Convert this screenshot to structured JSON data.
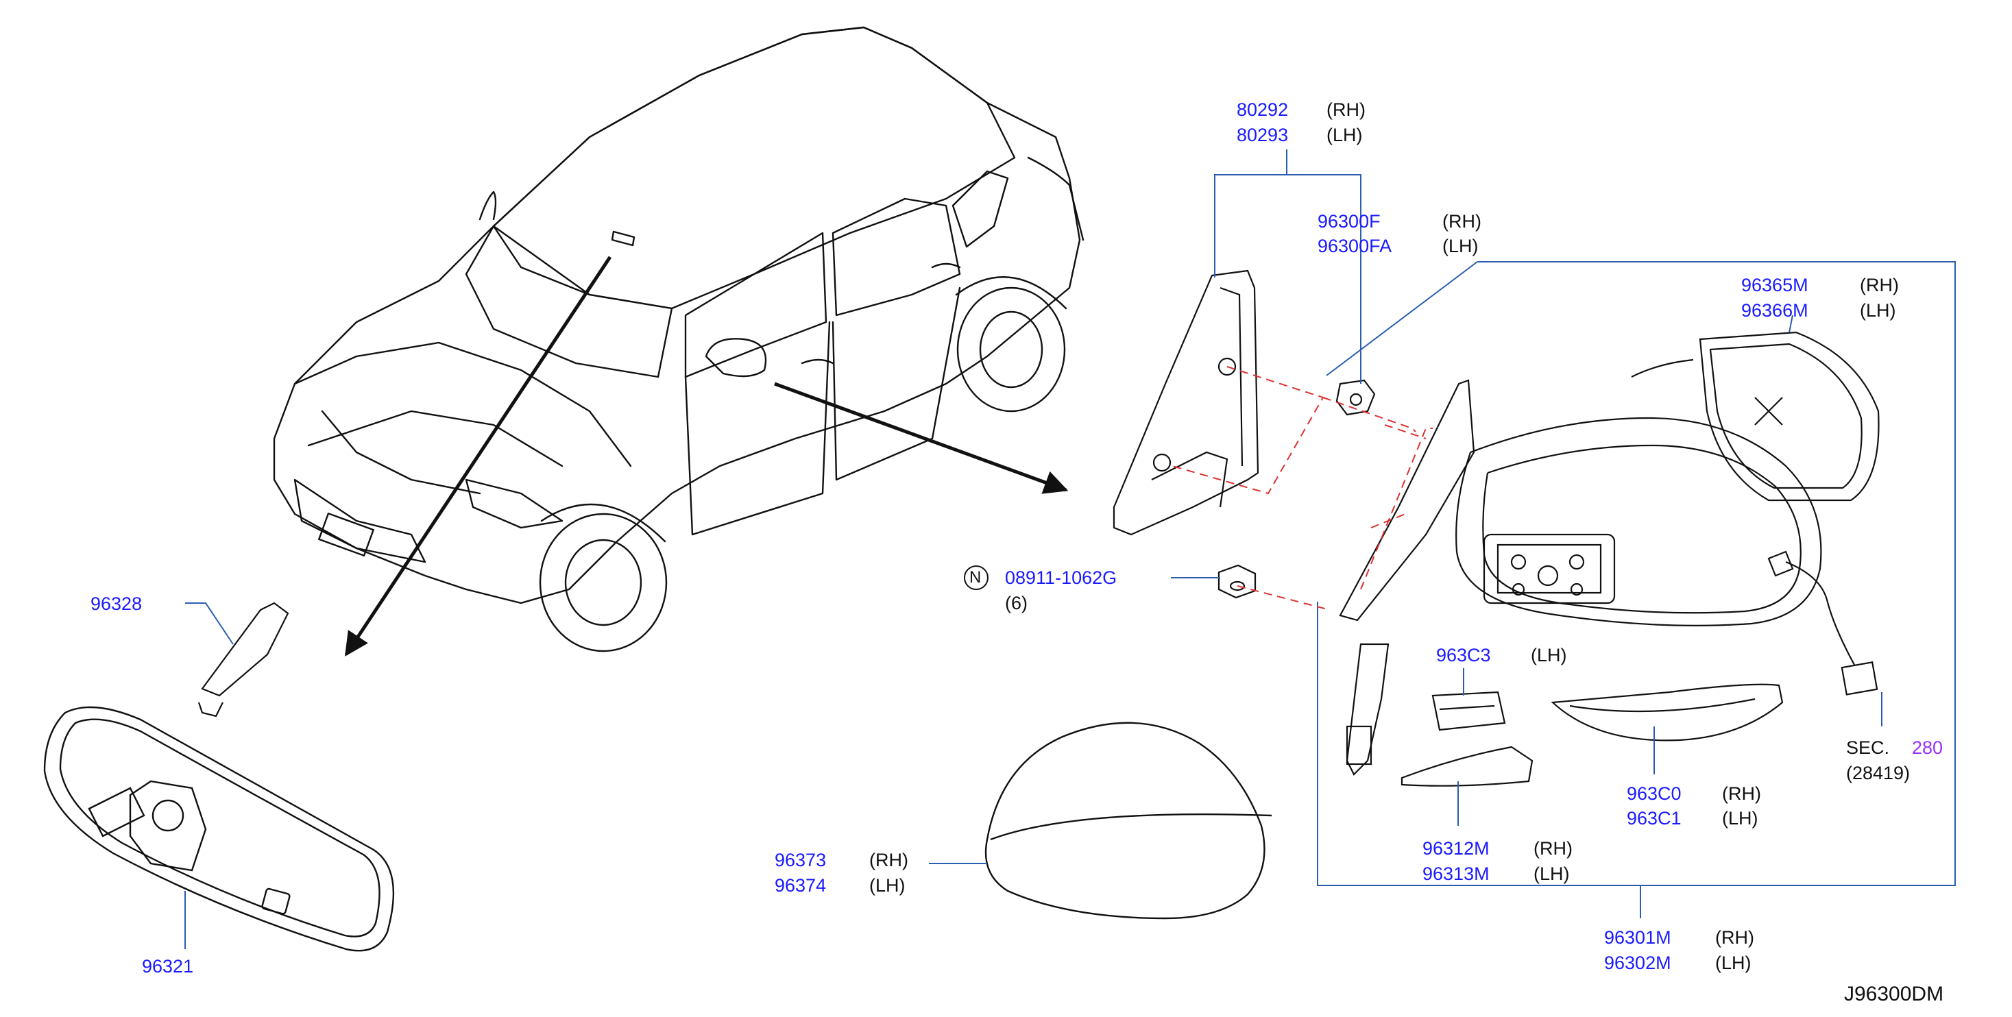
{
  "diagram_code": "J96300DM",
  "colors": {
    "part_number": "#1a1aff",
    "section_ref": "#9b30ff",
    "outline": "#111111",
    "leader": "#2a5db0",
    "dashed_leader": "#e03030"
  },
  "labels": {
    "p80292": "80292",
    "p80292_side": "(RH)",
    "p80293": "80293",
    "p80293_side": "(LH)",
    "p96300F": "96300F",
    "p96300F_side": "(RH)",
    "p96300FA": "96300FA",
    "p96300FA_side": "(LH)",
    "p96365M": "96365M",
    "p96365M_side": "(RH)",
    "p96366M": "96366M",
    "p96366M_side": "(LH)",
    "nut_marker": "N",
    "p08911": "08911-1062G",
    "p08911_qty": "(6)",
    "p96328": "96328",
    "p963C3": "963C3",
    "p963C3_side": "(LH)",
    "sec_prefix": "SEC.",
    "sec_number": "280",
    "sec_sub": "(28419)",
    "p963C0": "963C0",
    "p963C0_side": "(RH)",
    "p963C1": "963C1",
    "p963C1_side": "(LH)",
    "p96312M": "96312M",
    "p96312M_side": "(RH)",
    "p96313M": "96313M",
    "p96313M_side": "(LH)",
    "p96373": "96373",
    "p96373_side": "(RH)",
    "p96374": "96374",
    "p96374_side": "(LH)",
    "p96321": "96321",
    "p96301M": "96301M",
    "p96301M_side": "(RH)",
    "p96302M": "96302M",
    "p96302M_side": "(LH)"
  }
}
